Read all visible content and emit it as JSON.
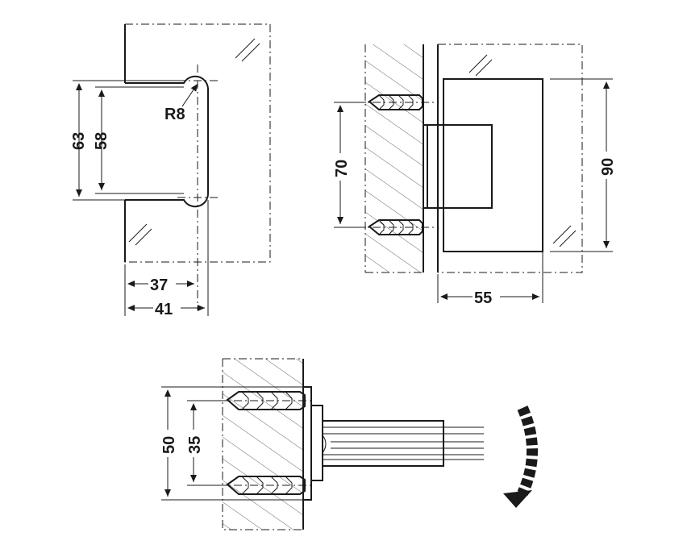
{
  "diagram": {
    "views": [
      "front-view",
      "side-view",
      "top-view"
    ],
    "dimensions": {
      "front_63": "63",
      "front_58": "58",
      "front_r8": "R8",
      "front_37": "37",
      "front_41": "41",
      "side_70": "70",
      "side_90": "90",
      "side_55": "55",
      "top_50": "50",
      "top_35": "35"
    },
    "icons": [
      "rotation-arrow-icon",
      "wall-anchor-icon"
    ],
    "colors": {
      "line": "#1a1a1a",
      "background": "#ffffff"
    }
  }
}
